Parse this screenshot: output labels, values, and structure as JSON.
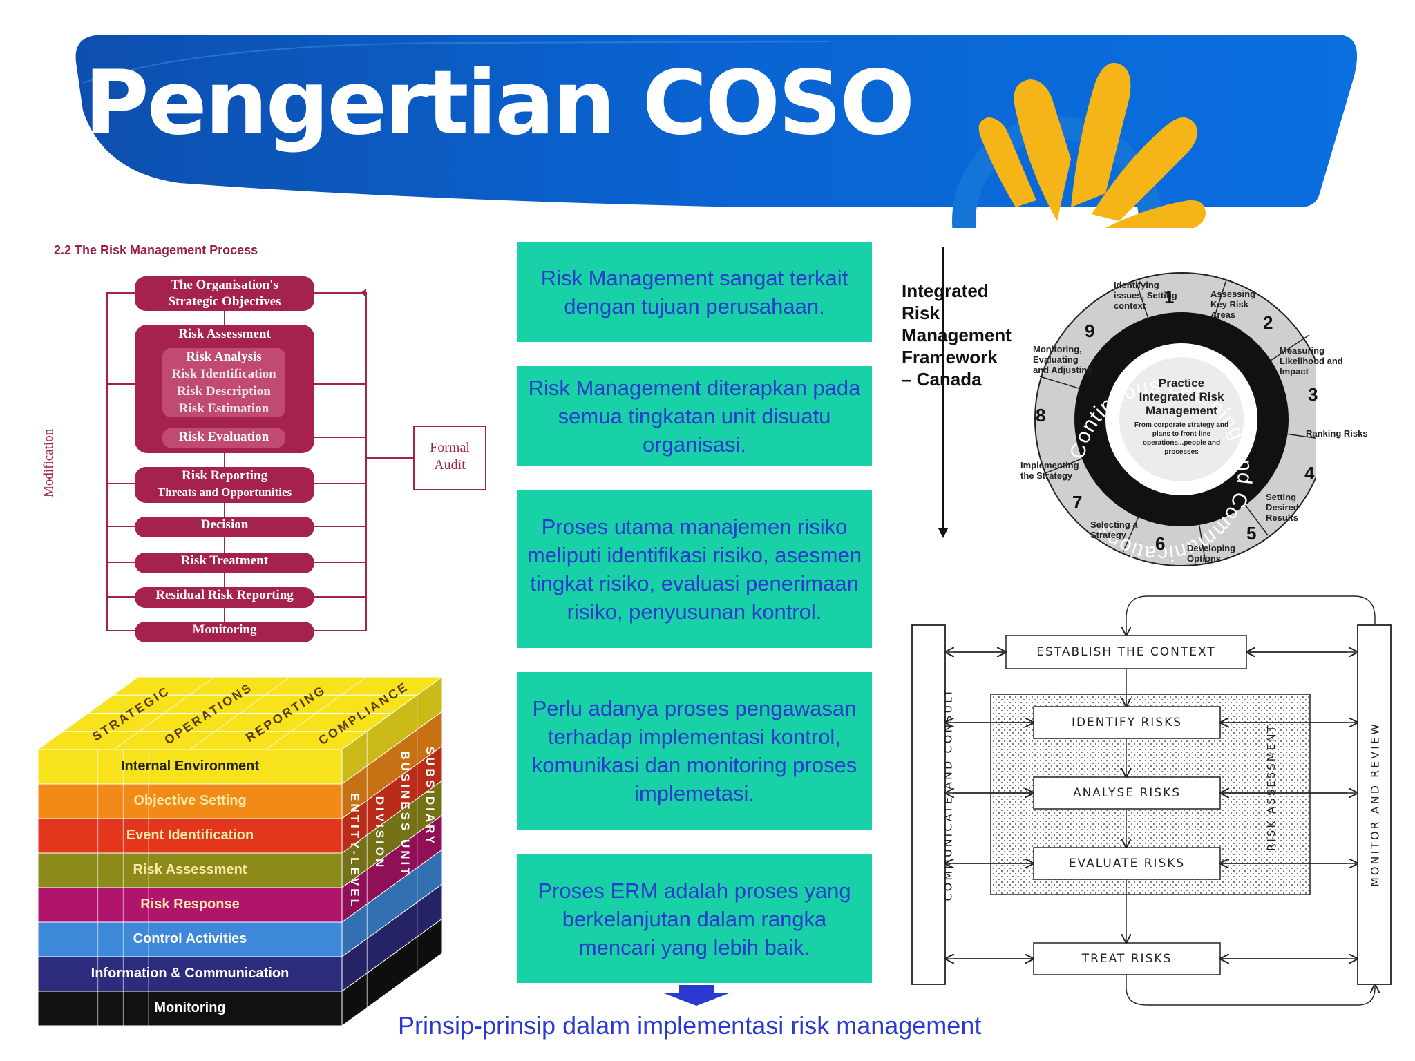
{
  "title": "Pengertian COSO",
  "rmp": {
    "heading": "2.2 The Risk Management Process",
    "objectives_1": "The Organisation's",
    "objectives_2": "Strategic Objectives",
    "assessment": "Risk Assessment",
    "analysis": "Risk Analysis",
    "identification": "Risk Identification",
    "description": "Risk Description",
    "estimation": "Risk Estimation",
    "evaluation": "Risk Evaluation",
    "reporting_1": "Risk Reporting",
    "reporting_2": "Threats and Opportunities",
    "decision": "Decision",
    "treatment": "Risk Treatment",
    "residual": "Residual Risk Reporting",
    "monitoring": "Monitoring",
    "modification": "Modification",
    "audit_1": "Formal",
    "audit_2": "Audit"
  },
  "text_boxes": [
    "Risk Management sangat terkait dengan tujuan perusahaan.",
    "Risk Management diterapkan pada semua tingkatan unit disuatu organisasi.",
    "Proses utama manajemen risiko meliputi identifikasi risiko, asesmen tingkat risiko, evaluasi penerimaan risiko, penyusunan kontrol.",
    "Perlu adanya proses pengawasan terhadap implementasi kontrol, komunikasi dan monitoring proses implemetasi.",
    "Proses ERM adalah proses yang berkelanjutan dalam rangka mencari yang lebih baik."
  ],
  "footer": "Prinsip-prinsip dalam implementasi risk management",
  "cube": {
    "top": [
      "STRATEGIC",
      "OPERATIONS",
      "REPORTING",
      "COMPLIANCE"
    ],
    "side": [
      "ENTITY-LEVEL",
      "DIVISION",
      "BUSINESS UNIT",
      "SUBSIDIARY"
    ],
    "layers": [
      "Internal Environment",
      "Objective Setting",
      "Event Identification",
      "Risk Assessment",
      "Risk Response",
      "Control Activities",
      "Information & Communication",
      "Monitoring"
    ],
    "colors": [
      "#f7e21c",
      "#f28a17",
      "#e2371d",
      "#8d8a1c",
      "#b0146b",
      "#3d88d9",
      "#2d2b7b",
      "#111111"
    ]
  },
  "irm": {
    "line1": "Integrated",
    "line2": "Risk",
    "line3": "Management",
    "line4": "Framework",
    "line5": "– Canada",
    "ring_text": "Continuous Learning and Communications",
    "center_1": "Practice",
    "center_2": "Integrated Risk",
    "center_3": "Management",
    "center_sub": "From corporate strategy and plans to front-line operations...people and processes",
    "steps": [
      {
        "n": "1",
        "t": "Identifying issues, Setting context"
      },
      {
        "n": "2",
        "t": "Assessing Key Risk Areas"
      },
      {
        "n": "3",
        "t": "Measuring Likelihood and Impact"
      },
      {
        "n": "4",
        "t": "Ranking Risks"
      },
      {
        "n": "5",
        "t": "Setting Desired Results"
      },
      {
        "n": "6",
        "t": "Developing Options"
      },
      {
        "n": "7",
        "t": "Selecting a Strategy"
      },
      {
        "n": "8",
        "t": "Implementing the Strategy"
      },
      {
        "n": "9",
        "t": "Monitoring, Evaluating and Adjusting"
      }
    ]
  },
  "iso": {
    "context": "ESTABLISH THE CONTEXT",
    "identify": "IDENTIFY RISKS",
    "analyse": "ANALYSE RISKS",
    "evaluate": "EVALUATE RISKS",
    "treat": "TREAT RISKS",
    "communicate": "COMMUNICATE AND CONSULT",
    "monitor": "MONITOR AND REVIEW",
    "assessment": "RISK ASSESSMENT"
  },
  "colors": {
    "banner_blue": "#0a5fc4",
    "accent_yellow": "#f5b417",
    "maroon": "#a5224f",
    "teal_box": "#19d1a6",
    "blue_text": "#2a3ad0"
  }
}
